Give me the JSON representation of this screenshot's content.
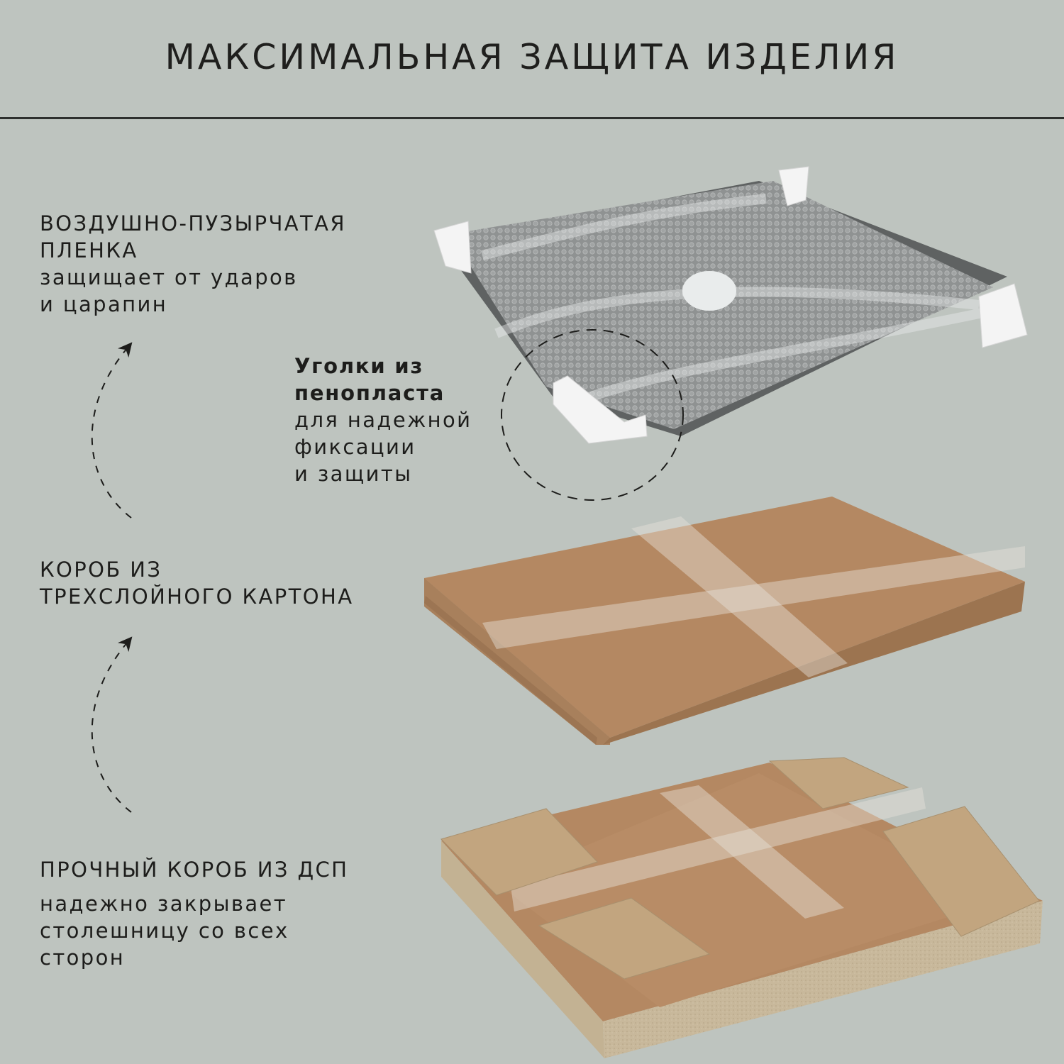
{
  "title": "МАКСИМАЛЬНАЯ ЗАЩИТА ИЗДЕЛИЯ",
  "colors": {
    "background": "#bec4bf",
    "text": "#1d1d1b",
    "divider": "#2e302e",
    "cardboard": "#b48862",
    "chipboard": "#c9b99a",
    "foam": "#f2f2f2",
    "bubble_wrap": "#7a7c7c"
  },
  "sections": [
    {
      "heading_line1": "ВОЗДУШНО-ПУЗЫРЧАТАЯ",
      "heading_line2": "ПЛЕНКА",
      "desc_line1": "защищает от ударов",
      "desc_line2": "и царапин"
    },
    {
      "heading_line1": "Уголки из",
      "heading_line2": "пенопласта",
      "desc_line1": "для надежной",
      "desc_line2": "фиксации",
      "desc_line3": "и защиты"
    },
    {
      "heading_line1": "КОРОБ ИЗ",
      "heading_line2": "ТРЕХСЛОЙНОГО КАРТОНА"
    },
    {
      "heading_line1": "ПРОЧНЫЙ КОРОБ ИЗ ДСП",
      "desc_line1": "надежно закрывает",
      "desc_line2": "столешницу со всех",
      "desc_line3": "сторон"
    }
  ],
  "images": [
    {
      "name": "bubble-wrapped-tabletop",
      "description": "tabletop wrapped in bubble film with foam corners"
    },
    {
      "name": "cardboard-box",
      "description": "three-layer cardboard box sealed with clear tape"
    },
    {
      "name": "chipboard-box",
      "description": "chipboard crate with fiberboard corner plates"
    }
  ]
}
